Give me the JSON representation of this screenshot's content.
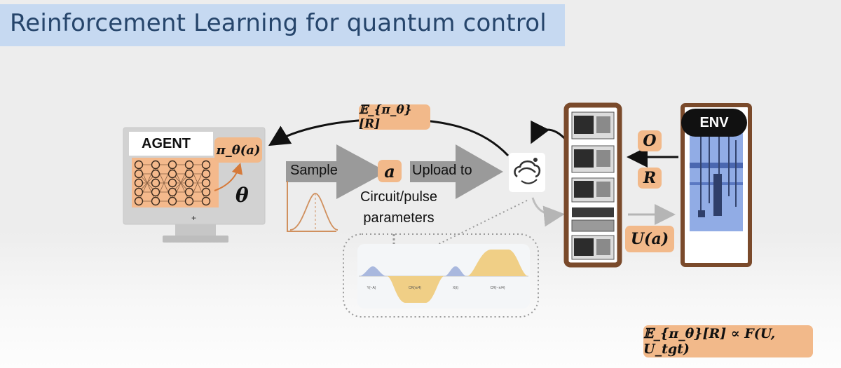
{
  "slide": {
    "title": "Reinforcement Learning for quantum control"
  },
  "agent": {
    "label": "AGENT",
    "policy_label": "π_θ(a)",
    "param_label": "θ",
    "plus_mark": "+"
  },
  "flow": {
    "reward_expectation": "𝔼_{π_θ}[R]",
    "sample_label": "Sample",
    "action_label": "a",
    "upload_label": "Upload to",
    "params_line1": "Circuit/pulse",
    "params_line2": "parameters"
  },
  "environment": {
    "label": "ENV",
    "observation": "O",
    "reward": "R",
    "unitary": "U(a)"
  },
  "pulse_panel": {
    "labels": [
      "Y(−A)",
      "CR(π/4)",
      "X(t)",
      "CR(−π/4)"
    ]
  },
  "formula": {
    "text": "𝔼_{π_θ}[R] ∝ F(U, U_tgt)"
  },
  "colors": {
    "title_bar": "#c6d9f1",
    "orange": "#f2b98a",
    "rack_brown": "#7a4a2b",
    "env_blue": "#7e9ee0"
  },
  "icons": [
    "computer-monitor-icon",
    "neural-network-icon",
    "gaussian-distribution-icon",
    "cloud-quantum-icon",
    "instrument-rack-icon",
    "cryostat-icon"
  ]
}
